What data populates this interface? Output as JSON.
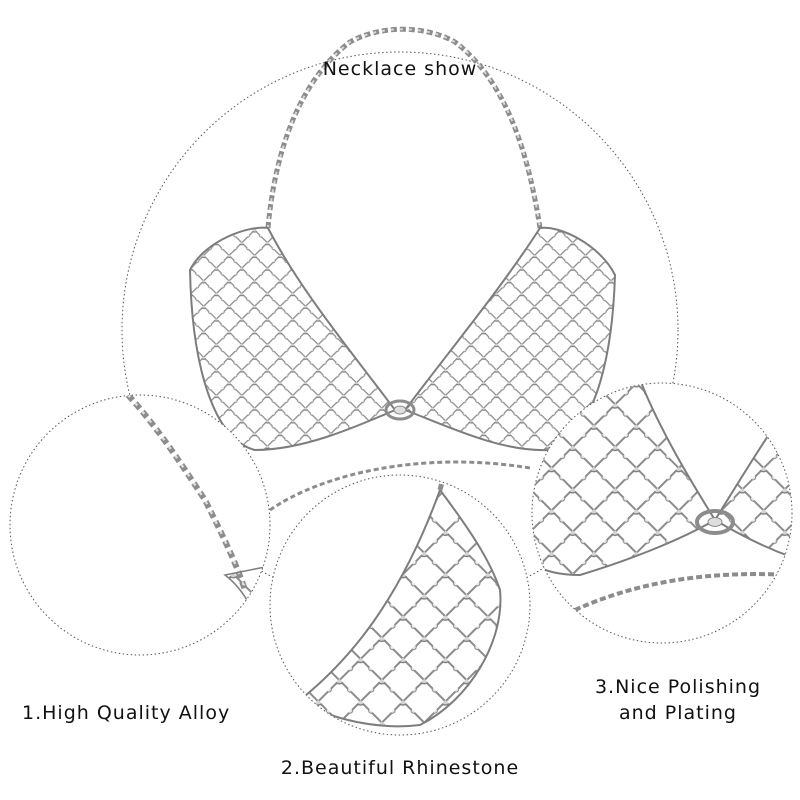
{
  "title": "Necklace show",
  "features": [
    {
      "label": "1.High Quality Alloy"
    },
    {
      "label": "2.Beautiful Rhinestone"
    },
    {
      "label": "3.Nice Polishing and Plating"
    }
  ],
  "colors": {
    "background": "#ffffff",
    "outline": "#555555",
    "metal": "#8c8c8c",
    "text": "#111111"
  },
  "icons": [
    "body-chain-bra-illustration",
    "chain-detail-illustration",
    "mesh-cup-detail-illustration",
    "center-link-detail-illustration"
  ]
}
